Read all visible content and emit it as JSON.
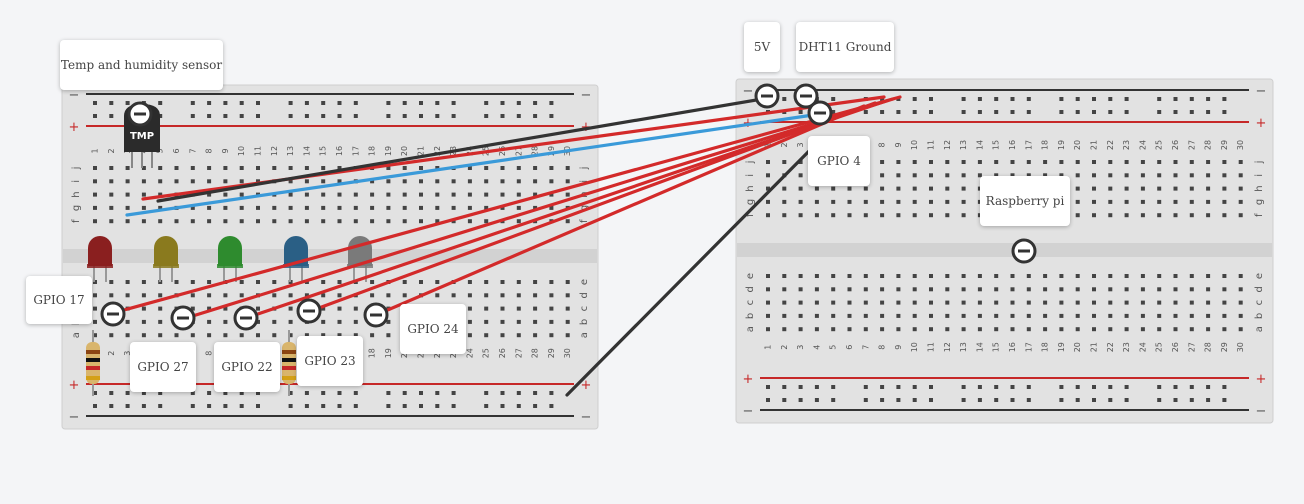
{
  "annotations": {
    "temp_sensor": "Temp and humidity sensor",
    "five_v": "5V",
    "dht11_ground": "DHT11 Ground",
    "gpio4": "GPIO 4",
    "raspberry_pi": "Raspberry pi",
    "gpio17": "GPIO 17",
    "gpio27": "GPIO 27",
    "gpio22": "GPIO 22",
    "gpio23": "GPIO 23",
    "gpio24": "GPIO 24"
  },
  "sensor_label": "TMP",
  "column_numbers": [
    "1",
    "2",
    "3",
    "4",
    "5",
    "6",
    "7",
    "8",
    "9",
    "10",
    "11",
    "12",
    "13",
    "14",
    "15",
    "16",
    "17",
    "18",
    "19",
    "20",
    "21",
    "22",
    "23",
    "24",
    "25",
    "26",
    "27",
    "28",
    "29",
    "30"
  ],
  "row_letters_top": [
    "j",
    "i",
    "h",
    "g",
    "f"
  ],
  "row_letters_bottom": [
    "e",
    "d",
    "c",
    "b",
    "a"
  ],
  "rail_symbols": {
    "minus": "−",
    "plus": "+"
  },
  "led_colors": [
    "#8a1f1f",
    "#8a7a1e",
    "#2e8b2e",
    "#2a5f85",
    "#7a7a7a"
  ],
  "wire_colors": {
    "red": "#d32a2a",
    "black": "#333333",
    "blue": "#3a9ad9"
  }
}
